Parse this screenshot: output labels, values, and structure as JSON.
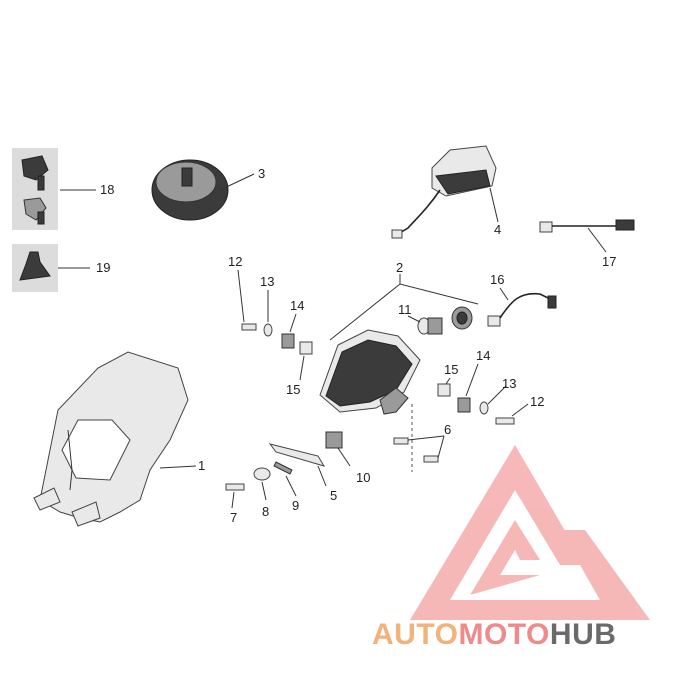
{
  "callouts": {
    "n1": "1",
    "n2": "2",
    "n3": "3",
    "n4": "4",
    "n5": "5",
    "n6": "6",
    "n7": "7",
    "n8": "8",
    "n9": "9",
    "n10": "10",
    "n11": "11",
    "n12a": "12",
    "n12b": "12",
    "n13a": "13",
    "n13b": "13",
    "n14a": "14",
    "n14b": "14",
    "n15a": "15",
    "n15b": "15",
    "n16": "16",
    "n17": "17",
    "n18": "18",
    "n19": "19"
  },
  "watermark": {
    "part1": "AUTO",
    "part2": "MOTO",
    "part3": "HUB",
    "colors": {
      "auto": "#f2b27a",
      "moto": "#f08a8a",
      "hub": "#6a6a6a",
      "logo": "#f08a8a"
    }
  }
}
